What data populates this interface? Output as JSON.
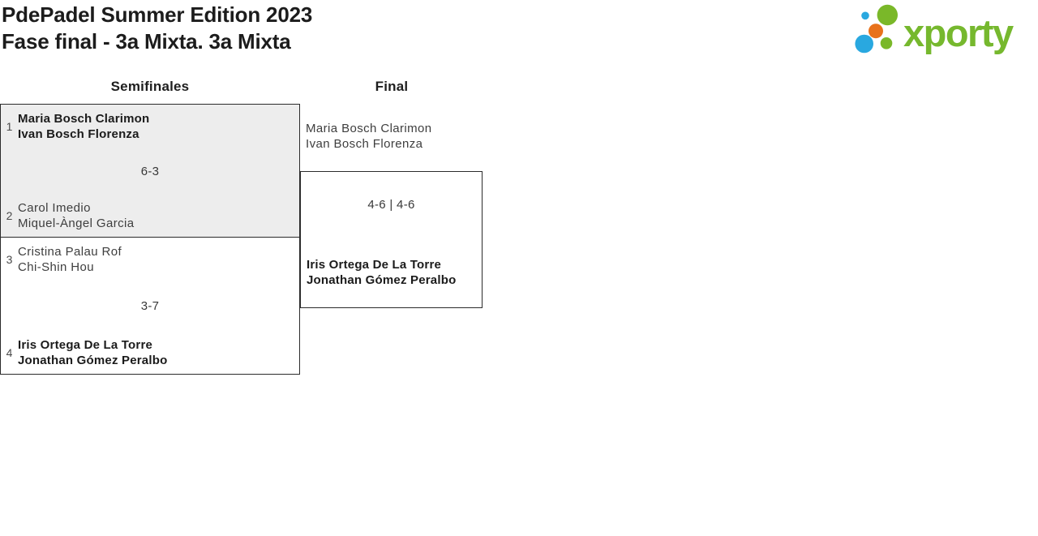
{
  "header": {
    "title": "PdePadel Summer Edition 2023",
    "subtitle": "Fase final - 3a Mixta. 3a Mixta"
  },
  "logo": {
    "text": "xporty",
    "colors": {
      "green": "#76b82e",
      "blue": "#29a8e0",
      "orange": "#e8721b"
    }
  },
  "bracket": {
    "rounds": [
      {
        "label": "Semifinales"
      },
      {
        "label": "Final"
      }
    ],
    "semifinals": [
      {
        "score": "6-3",
        "teams": [
          {
            "seed": "1",
            "players": [
              "Maria Bosch Clarimon",
              "Ivan Bosch Florenza"
            ],
            "winner": true
          },
          {
            "seed": "2",
            "players": [
              "Carol Imedio",
              "Miquel-Àngel Garcia"
            ],
            "winner": false
          }
        ]
      },
      {
        "score": "3-7",
        "teams": [
          {
            "seed": "3",
            "players": [
              "Cristina Palau Rof",
              "Chi-Shin Hou"
            ],
            "winner": false
          },
          {
            "seed": "4",
            "players": [
              "Iris Ortega De La Torre",
              "Jonathan Gómez Peralbo"
            ],
            "winner": true
          }
        ]
      }
    ],
    "final": {
      "score": "4-6 | 4-6",
      "teams": [
        {
          "players": [
            "Maria Bosch Clarimon",
            "Ivan Bosch Florenza"
          ],
          "winner": false
        },
        {
          "players": [
            "Iris Ortega De La Torre",
            "Jonathan Gómez Peralbo"
          ],
          "winner": true
        }
      ]
    }
  }
}
